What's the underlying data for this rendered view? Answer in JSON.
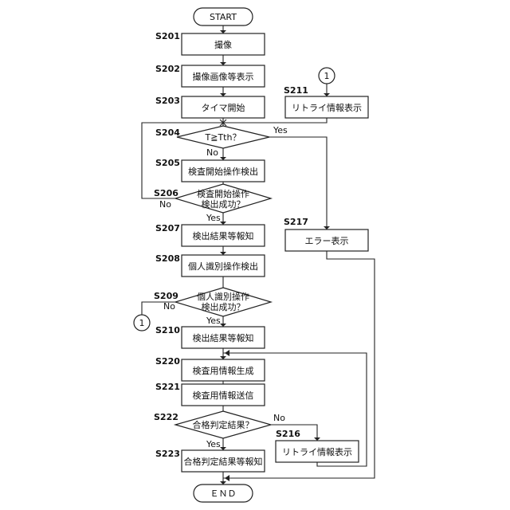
{
  "nodes": {
    "start": {
      "label": "START"
    },
    "s201": {
      "step": "S201",
      "label": "撮像"
    },
    "s202": {
      "step": "S202",
      "label": "撮像画像等表示"
    },
    "s203": {
      "step": "S203",
      "label": "タイマ開始"
    },
    "s204": {
      "step": "S204",
      "label": "T≧Tth？"
    },
    "s205": {
      "step": "S205",
      "label": "検査開始操作検出"
    },
    "s206": {
      "step": "S206",
      "line1": "検査開始操作",
      "line2": "検出成功？"
    },
    "s207": {
      "step": "S207",
      "label": "検出結果等報知"
    },
    "s208": {
      "step": "S208",
      "label": "個人識別操作検出"
    },
    "s209": {
      "step": "S209",
      "line1": "個人識別操作",
      "line2": "検出成功？"
    },
    "s210": {
      "step": "S210",
      "label": "検出結果等報知"
    },
    "s211": {
      "step": "S211",
      "label": "リトライ情報表示"
    },
    "s216": {
      "step": "S216",
      "label": "リトライ情報表示"
    },
    "s217": {
      "step": "S217",
      "label": "エラー表示"
    },
    "s220": {
      "step": "S220",
      "label": "検査用情報生成"
    },
    "s221": {
      "step": "S221",
      "label": "検査用情報送信"
    },
    "s222": {
      "step": "S222",
      "label": "合格判定結果？"
    },
    "s223": {
      "step": "S223",
      "label": "合格判定結果等報知"
    },
    "end": {
      "label": "ＥＮＤ"
    }
  },
  "connectors": {
    "c1": "1",
    "c2": "1"
  },
  "edges": {
    "s204_yes": "Yes",
    "s204_no": "No",
    "s206_yes": "Yes",
    "s206_no": "No",
    "s209_yes": "Yes",
    "s209_no": "No",
    "s222_yes": "Yes",
    "s222_no": "No"
  }
}
